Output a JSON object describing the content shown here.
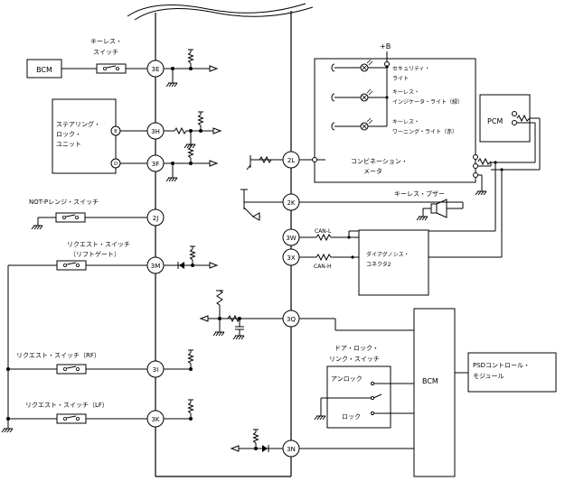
{
  "modules": {
    "bcm_left": "BCM",
    "pcm": "PCM",
    "bcm_right": "BCM",
    "psd": [
      "PSDコントロール・",
      "モジュール"
    ],
    "steering": [
      "ステアリング・",
      "ロック・",
      "ユニット"
    ],
    "combination": [
      "コンビネーション・",
      "メータ"
    ],
    "diagnosis": [
      "ダイアグノシス・",
      "コネクタ2"
    ]
  },
  "switches": {
    "keyless": [
      "キーレス・",
      "スイッチ"
    ],
    "not_p": "NOT-Pレンジ・スイッチ",
    "request_liftgate": [
      "リクエスト・スイッチ",
      "（リフトゲート）"
    ],
    "request_rf": "リクエスト・スイッチ（RF）",
    "request_lf": "リクエスト・スイッチ（LF）",
    "door_lock_link": [
      "ドア・ロック・",
      "リンク・スイッチ"
    ],
    "unlock": "アンロック",
    "lock": "ロック"
  },
  "lights": {
    "security": [
      "セキュリティ・",
      "ライト"
    ],
    "indicator": [
      "キーレス・",
      "インジケータ・ライト（緑）"
    ],
    "warning": [
      "キーレス・",
      "ワーニング・ライト（赤）"
    ]
  },
  "buzzer": "キーレス・ブザー",
  "power": "+B",
  "can": {
    "low": "CAN-L",
    "high": "CAN-H"
  },
  "steering_pins": {
    "b": "B",
    "d": "D"
  },
  "terminals": {
    "t3E": "3E",
    "t3H": "3H",
    "t3F": "3F",
    "t2J": "2J",
    "t3M": "3M",
    "t3I": "3I",
    "t3K": "3K",
    "t2L": "2L",
    "t2K": "2K",
    "t3W": "3W",
    "t3X": "3X",
    "t3Q": "3Q",
    "t3N": "3N"
  }
}
